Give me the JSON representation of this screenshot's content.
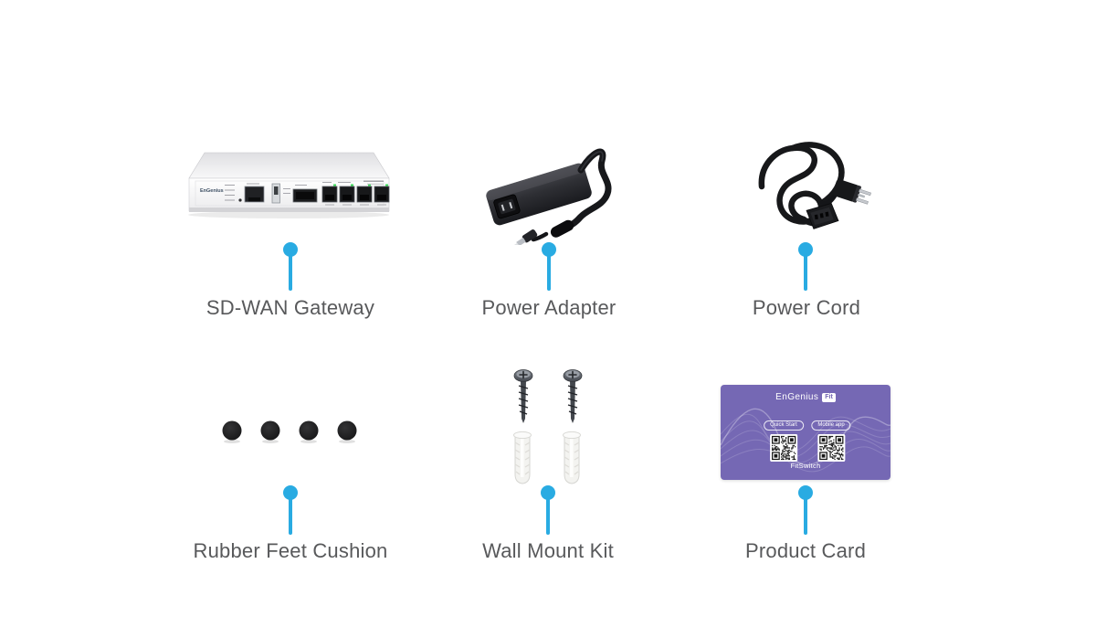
{
  "page": {
    "background": "#FFFFFF",
    "accent_color": "#29ABE2",
    "label_color": "#58595B"
  },
  "items": [
    {
      "id": "sd-wan-gateway",
      "label": "SD-WAN Gateway",
      "brand": "EnGenius",
      "lan_ports": 4
    },
    {
      "id": "power-adapter",
      "label": "Power Adapter"
    },
    {
      "id": "power-cord",
      "label": "Power Cord"
    },
    {
      "id": "rubber-feet-cushion",
      "label": "Rubber Feet Cushion",
      "feet_count": 4
    },
    {
      "id": "wall-mount-kit",
      "label": "Wall Mount Kit",
      "screws": 2,
      "anchors": 2
    },
    {
      "id": "product-card",
      "label": "Product Card",
      "card": {
        "color": "#7568B4",
        "brand": "EnGenius",
        "badge": "Fit",
        "pills": [
          "Quick Start",
          "Mobile app"
        ],
        "footer": "FitSwitch"
      }
    }
  ]
}
